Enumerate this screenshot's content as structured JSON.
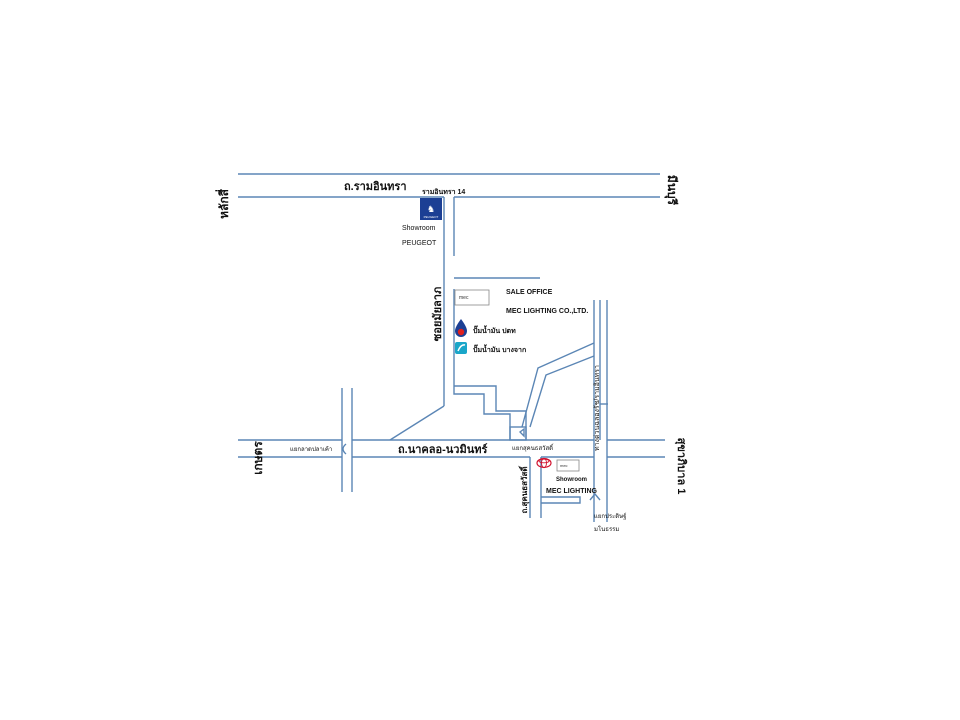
{
  "roads": {
    "top_road": "ถ.รามอินทรา",
    "top_soi": "รามอินทรา 14",
    "left_top": "หลักสี่",
    "right_top": "มีนบุรี",
    "vertical_left": "ซอยมัยลาภ",
    "main_lower": "ถ.นาคลอ-นวมินทร์",
    "left_lower": "เกษตร",
    "junction_left": "แยกลาดปลาเค้า",
    "junction_mid": "แยกสุคนธสวัสดิ์",
    "soi_bottom": "ถ.สุคนธสวัสดิ์",
    "vertical_right": "ทางด่วนฉลองรัช/รามอินทรา",
    "right_lower": "สุขาภิบาล 1",
    "bottom_right_1": "แยกประดิษฐ์",
    "bottom_right_2": "มโนธรรม"
  },
  "places": {
    "peugeot_logo_text": "PEUGEOT",
    "peugeot_showroom": "Showroom",
    "peugeot_brand": "PEUGEOT",
    "sale_office": "SALE OFFICE",
    "mec_company": "MEC LIGHTING  CO.,LTD.",
    "mec_logo_text": "mec",
    "station_ptt": "ปั๊มน้ำมัน ปตท",
    "station_bangchak": "ปั๊มน้ำมัน บางจาก",
    "showroom_label": "Showroom",
    "mec_showroom": "MEC LIGHTING"
  },
  "colors": {
    "road": "#5b86b5",
    "peugeot_box": "#1c3f94",
    "ptt_red": "#e0201c",
    "ptt_blue": "#1c3f94",
    "bangchak": "#1aa6c9",
    "toyota_red": "#d2122e"
  }
}
